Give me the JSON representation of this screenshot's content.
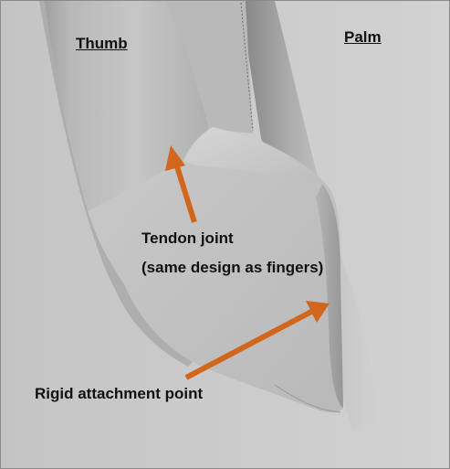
{
  "labels": {
    "thumb": "Thumb",
    "palm": "Palm",
    "tendon_joint_line1": "Tendon joint",
    "tendon_joint_line2": "(same design as fingers)",
    "rigid_attachment": "Rigid attachment point"
  },
  "colors": {
    "arrow": "#d2661c",
    "background": "#c8c8c8",
    "text": "#111111"
  }
}
